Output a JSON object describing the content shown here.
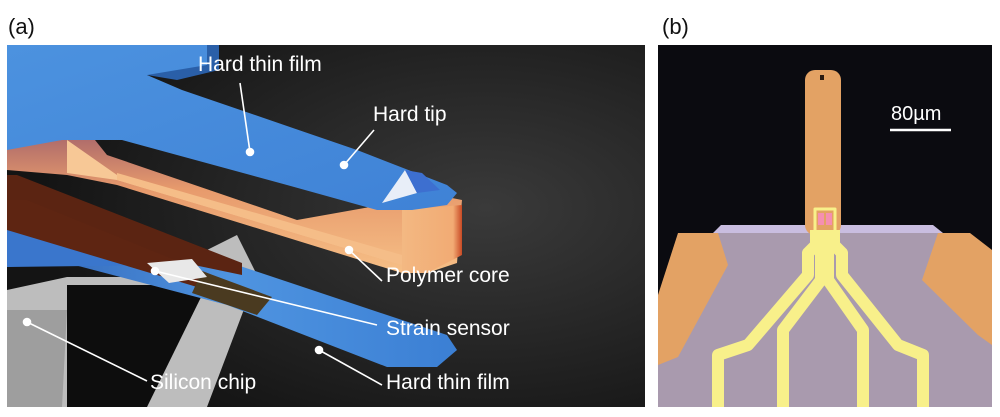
{
  "figure": {
    "panels": [
      {
        "id": "a",
        "label": "(a)",
        "description": "3D rendering of probe cantilever",
        "annotations": [
          {
            "key": "hard_thin_film_top",
            "text": "Hard thin film"
          },
          {
            "key": "hard_tip",
            "text": "Hard tip"
          },
          {
            "key": "polymer_core",
            "text": "Polymer core"
          },
          {
            "key": "strain_sensor",
            "text": "Strain sensor"
          },
          {
            "key": "silicon_chip",
            "text": "Silicon chip"
          },
          {
            "key": "hard_thin_film_bottom",
            "text": "Hard thin film"
          }
        ]
      },
      {
        "id": "b",
        "label": "(b)",
        "description": "Optical micrograph of fabricated probe",
        "scale_bar": {
          "text": "80µm"
        }
      }
    ],
    "colors": {
      "film_blue": "#4a8fdc",
      "polymer_orange": "#f2b27a",
      "sensor_brown": "#6b2a14",
      "chip_gray": "#b8b8b8",
      "background_dark": "#1b1b1b",
      "micro_orange": "#e3a264",
      "micro_purple": "#a99aae",
      "micro_yellow": "#f8f08a",
      "micro_pink": "#f58fb0"
    }
  }
}
